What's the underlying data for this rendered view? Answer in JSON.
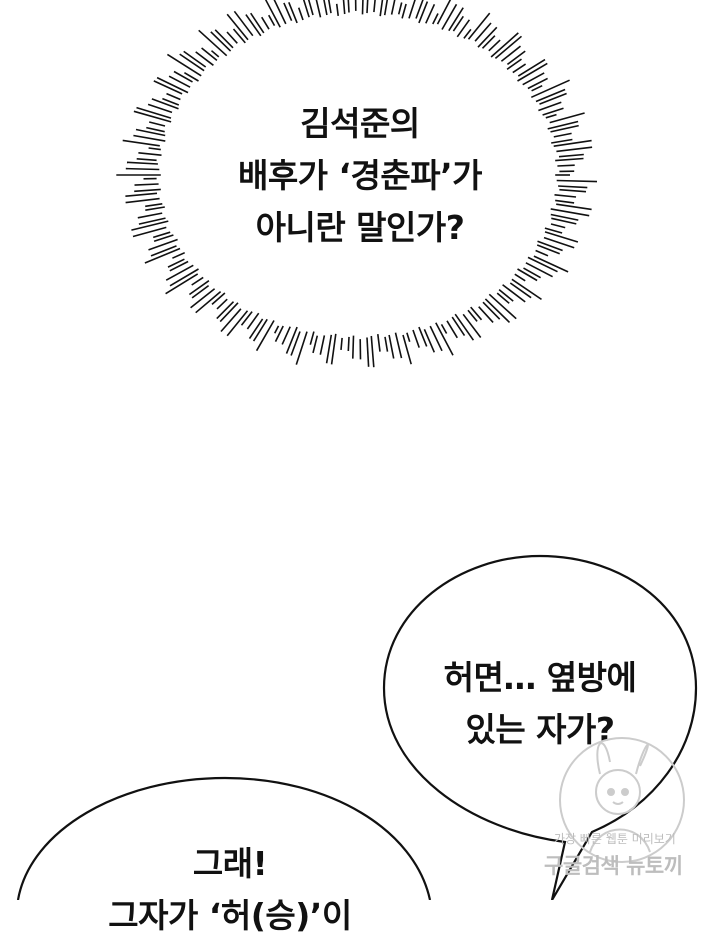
{
  "panel": {
    "burst_bubble": {
      "lines": [
        "김석준의",
        "배후가 ‘경춘파’가",
        "아니란 말인가?"
      ]
    },
    "right_bubble": {
      "lines": [
        "허면… 옆방에",
        "있는 자가?"
      ]
    },
    "left_bubble": {
      "lines": [
        "그래!",
        "그자가 ‘허(승)’이"
      ]
    },
    "watermark": {
      "top_text": "가장 빠른 웹툰 미리보기",
      "bottom_text": "구글검색 뉴토끼",
      "icon": "rabbit-mascot-icon"
    }
  },
  "colors": {
    "ink": "#111111",
    "watermark": "#bdbdbd",
    "background": "#ffffff"
  }
}
